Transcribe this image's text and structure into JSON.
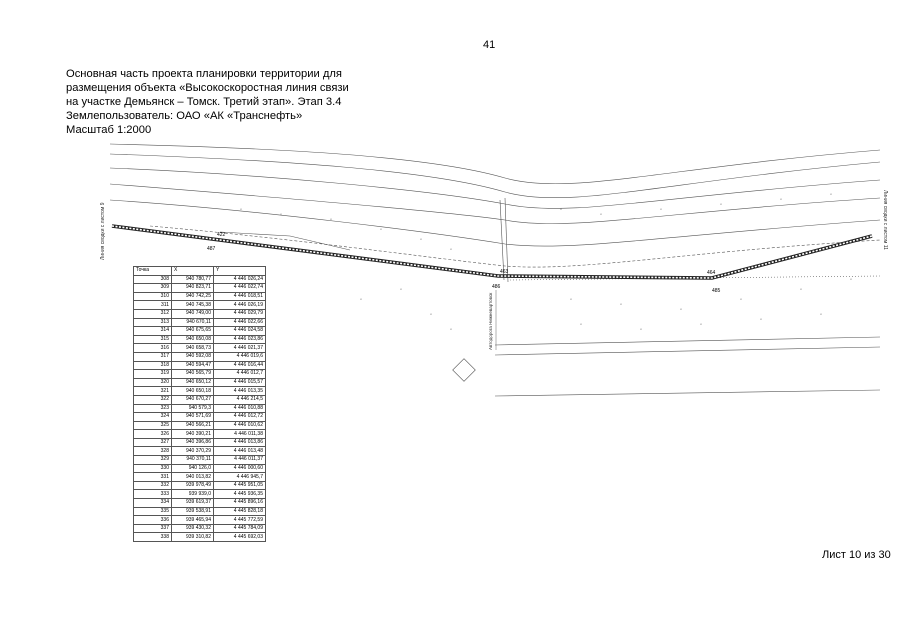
{
  "page_number": "41",
  "title_lines": [
    "Основная часть проекта планировки территории для",
    "размещения объекта «Высокоскоростная линия связи",
    "на участке Демьянск – Томск. Третий этап». Этап 3.4",
    "Землепользователь: ОАО «АК «Транснефть»",
    "Масштаб 1:2000"
  ],
  "drawing": {
    "left_edge_label": "Линия сводки с листом 9",
    "right_edge_label": "Линия сводки с листом 11",
    "road_label": "Автодорога Нижневартовск",
    "point_labels": [
      "487",
      "422",
      "463",
      "486",
      "464",
      "485"
    ]
  },
  "table": {
    "headers": [
      "Точка",
      "X",
      "Y"
    ],
    "rows": [
      [
        "308",
        "940 780,77",
        "4 446 026,24"
      ],
      [
        "309",
        "940 823,71",
        "4 446 022,74"
      ],
      [
        "310",
        "940 742,25",
        "4 446 018,51"
      ],
      [
        "311",
        "940 745,38",
        "4 446 026,19"
      ],
      [
        "312",
        "940 749,00",
        "4 446 029,79"
      ],
      [
        "313",
        "940 670,11",
        "4 446 022,66"
      ],
      [
        "314",
        "940 675,65",
        "4 446 024,58"
      ],
      [
        "315",
        "940 650,08",
        "4 446 023,86"
      ],
      [
        "316",
        "940 658,73",
        "4 446 021,37"
      ],
      [
        "317",
        "940 592,08",
        "4 446 019,6"
      ],
      [
        "318",
        "940 594,47",
        "4 446 016,44"
      ],
      [
        "319",
        "940 565,79",
        "4 446 012,7"
      ],
      [
        "320",
        "940 650,12",
        "4 446 015,57"
      ],
      [
        "321",
        "940 650,18",
        "4 446 013,35"
      ],
      [
        "322",
        "940 670,27",
        "4 446 214,5"
      ],
      [
        "323",
        "940 579,3",
        "4 446 010,88"
      ],
      [
        "324",
        "940 571,69",
        "4 446 012,72"
      ],
      [
        "325",
        "940 566,21",
        "4 446 010,62"
      ],
      [
        "326",
        "940 390,21",
        "4 446 011,38"
      ],
      [
        "327",
        "940 396,86",
        "4 446 013,86"
      ],
      [
        "328",
        "940 370,29",
        "4 446 013,48"
      ],
      [
        "329",
        "940 370,11",
        "4 446 011,37"
      ],
      [
        "330",
        "940 126,0",
        "4 446 000,60"
      ],
      [
        "331",
        "940 013,82",
        "4 446 945,7"
      ],
      [
        "332",
        "939 978,49",
        "4 445 951,05"
      ],
      [
        "333",
        "939 939,0",
        "4 445 936,35"
      ],
      [
        "334",
        "939 619,37",
        "4 445 896,16"
      ],
      [
        "335",
        "939 538,91",
        "4 445 828,18"
      ],
      [
        "336",
        "939 465,94",
        "4 445 772,59"
      ],
      [
        "337",
        "939 430,32",
        "4 445 784,09"
      ],
      [
        "338",
        "939 310,82",
        "4 445 692,03"
      ]
    ]
  },
  "sheet_label": "Лист 10 из 30",
  "colors": {
    "line": "#333333",
    "paper": "#ffffff"
  }
}
